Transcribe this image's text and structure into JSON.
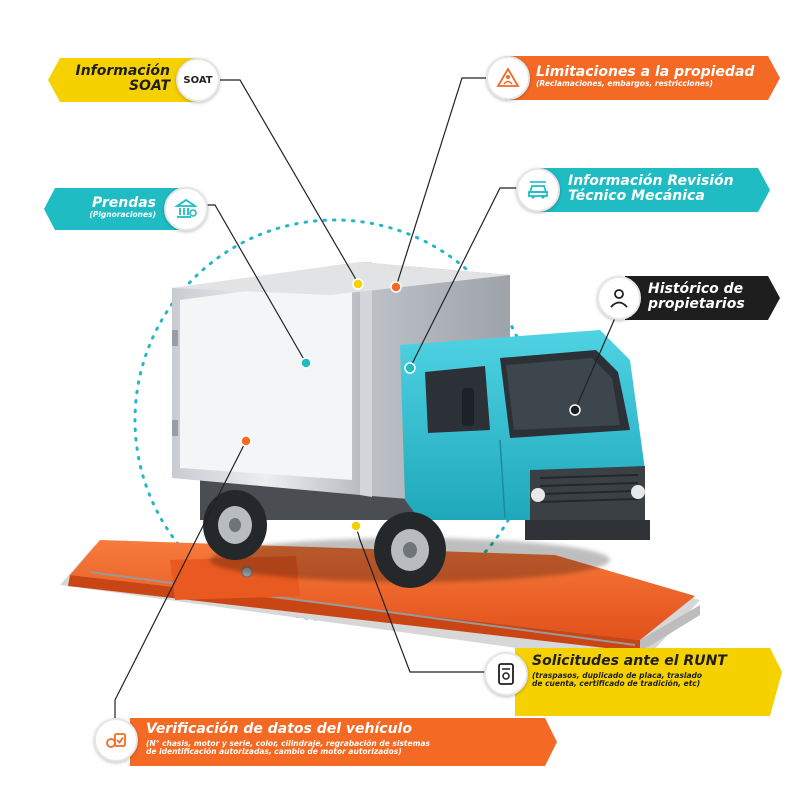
{
  "colors": {
    "yellow": "#f6d100",
    "orange": "#f46a25",
    "teal": "#20bcc4",
    "dark": "#1e1e1e",
    "truck_cab": "#36c4d6",
    "folder": "#f2642a"
  },
  "labels": {
    "soat": {
      "title_line1": "Información",
      "title_line2": "SOAT",
      "icon_text": "SOAT",
      "icon": "soat-badge-icon"
    },
    "limitaciones": {
      "title": "Limitaciones a la propiedad",
      "subtitle": "(Reclamaciones, embargos, restricciones)",
      "icon": "warning-people-icon"
    },
    "prendas": {
      "title": "Prendas",
      "subtitle": "(Pignoraciones)",
      "icon": "bank-icon"
    },
    "revision": {
      "title_line1": "Información Revisión",
      "title_line2": "Técnico Mecánica",
      "icon": "mechanic-car-icon"
    },
    "historico": {
      "title_line1": "Histórico de",
      "title_line2": "propietarios",
      "icon": "user-icon"
    },
    "runt": {
      "title": "Solicitudes ante el RUNT",
      "subtitle_line1": "(traspasos, duplicado de placa, traslado",
      "subtitle_line2": "de cuenta, certificado de tradición, etc)",
      "icon": "document-icon"
    },
    "verificacion": {
      "title": "Verificación de datos del vehículo",
      "subtitle_line1": "(N° chasis, motor y serie, color, cilindraje, regrabación de sistemas",
      "subtitle_line2": "de identificación autorizadas, cambio de motor autorizados)",
      "icon": "car-check-icon"
    }
  }
}
